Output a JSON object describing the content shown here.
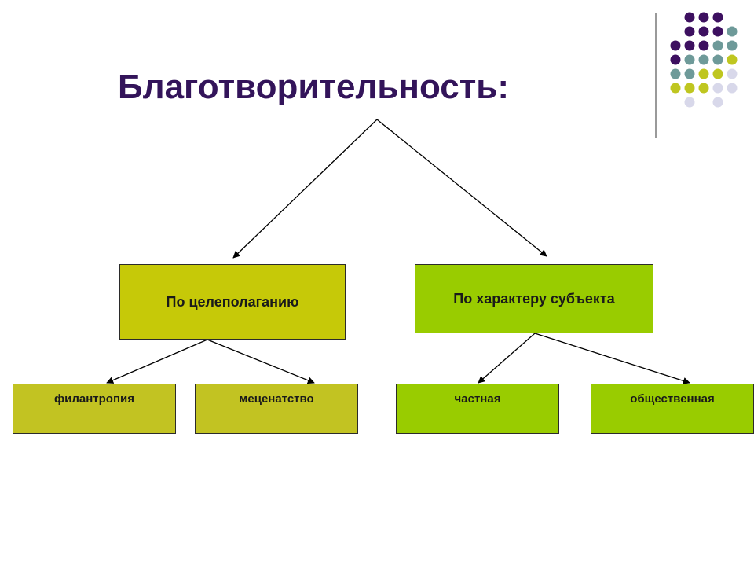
{
  "title": "Благотворительность:",
  "categories": {
    "by_purpose": {
      "label": "По целеполаганию",
      "children": [
        "филантропия",
        "меценатство"
      ]
    },
    "by_subject": {
      "label": "По характеру субъекта",
      "children": [
        "частная",
        "общественная"
      ]
    }
  },
  "colors": {
    "title": "#33145a",
    "olive": "#c6c908",
    "green": "#99cc00",
    "dot_purple": "#3d1060",
    "dot_teal": "#6e9a99",
    "dot_yellow": "#bfc620",
    "dot_lavender": "#d8d8ea"
  }
}
